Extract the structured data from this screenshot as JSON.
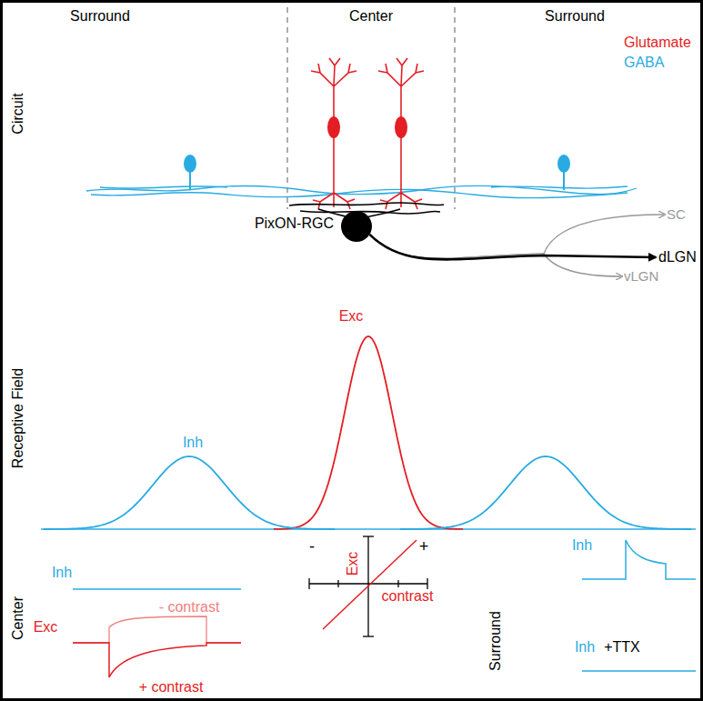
{
  "diagram": {
    "nodes": [
      {
        "text": [
          "PixON-RGC"
        ]
      },
      {
        "text": [
          "dLGN"
        ]
      },
      {
        "text": [
          "SC"
        ]
      },
      {
        "text": [
          "vLGN"
        ]
      }
    ],
    "edges": [
      {
        "from": 0,
        "to": 1,
        "arrow": "to"
      },
      {
        "from": 0,
        "to": 2,
        "arrow": "to"
      },
      {
        "from": 0,
        "to": 3,
        "arrow": "to"
      }
    ],
    "labels": [
      "Surround",
      "Center",
      "Surround",
      "Circuit",
      "Receptive Field",
      "Exc",
      "Inh",
      "Center",
      "Inh",
      "- contrast",
      "Exc",
      "+ contrast",
      "Exc",
      "contrast",
      "-",
      "+",
      "Surround",
      "Inh",
      "Inh",
      "+TTX"
    ],
    "legend": [
      {
        "text": "Glutamate",
        "color": "#e31e24"
      },
      {
        "text": "GABA",
        "color": "#29abe2"
      }
    ]
  }
}
